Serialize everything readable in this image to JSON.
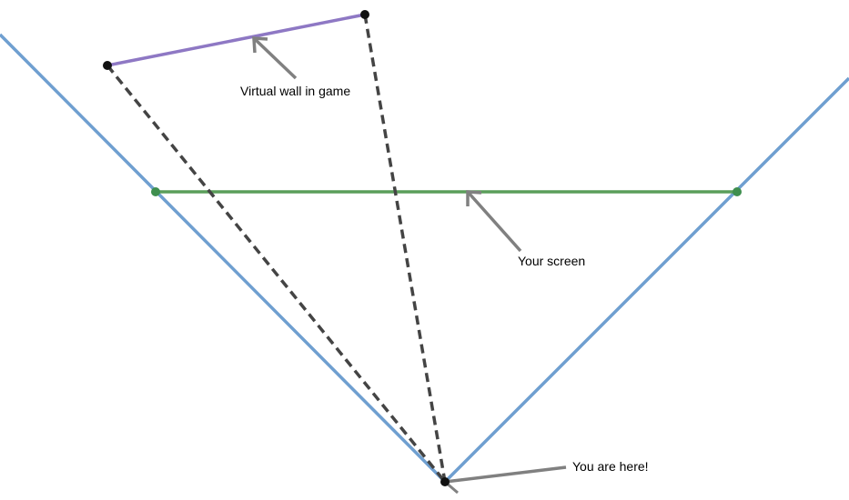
{
  "labels": {
    "wall": "Virtual wall in game",
    "screen": "Your screen",
    "viewer": "You are here!"
  },
  "colors": {
    "fov_rays": "#6f9fd0",
    "screen": "#5a9e5a",
    "wall": "#8e78c4",
    "sight_lines": "#444444",
    "pointer": "#808080",
    "point": "#111111",
    "screen_point": "#3f8f4f"
  }
}
